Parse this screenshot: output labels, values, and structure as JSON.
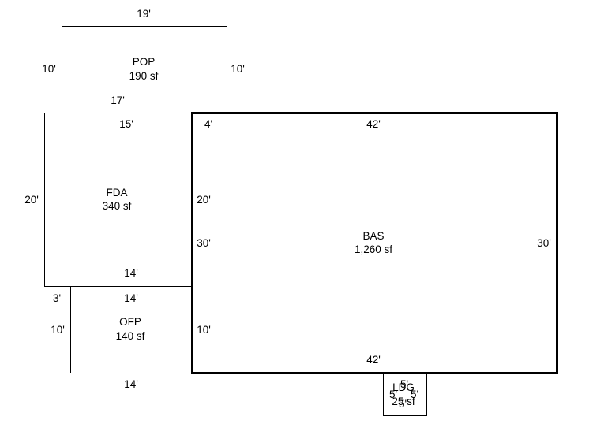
{
  "areas": {
    "pop": {
      "code": "POP",
      "area": "190 sf",
      "dims": {
        "top": "19'",
        "left": "10'",
        "right": "10'",
        "bottom": "17'"
      }
    },
    "fda": {
      "code": "FDA",
      "area": "340 sf",
      "dims": {
        "top": "15'",
        "left": "20'",
        "bottom": "14'"
      }
    },
    "bas": {
      "code": "BAS",
      "area": "1,260 sf",
      "dims": {
        "top": "42'",
        "bottom": "42'",
        "left": "30'",
        "right": "30'",
        "seg_top": "4'",
        "seg_mid": "20'",
        "seg_bottom": "10'"
      }
    },
    "ofp": {
      "code": "OFP",
      "area": "140 sf",
      "dims": {
        "top": "14'",
        "left": "10'",
        "bottom": "14'",
        "offset": "3'"
      }
    },
    "ldg": {
      "code": "LDG",
      "area": "25 sf",
      "dims": {
        "top": "5'",
        "left": "5'",
        "right": "5'",
        "bottom": "5'"
      }
    }
  }
}
